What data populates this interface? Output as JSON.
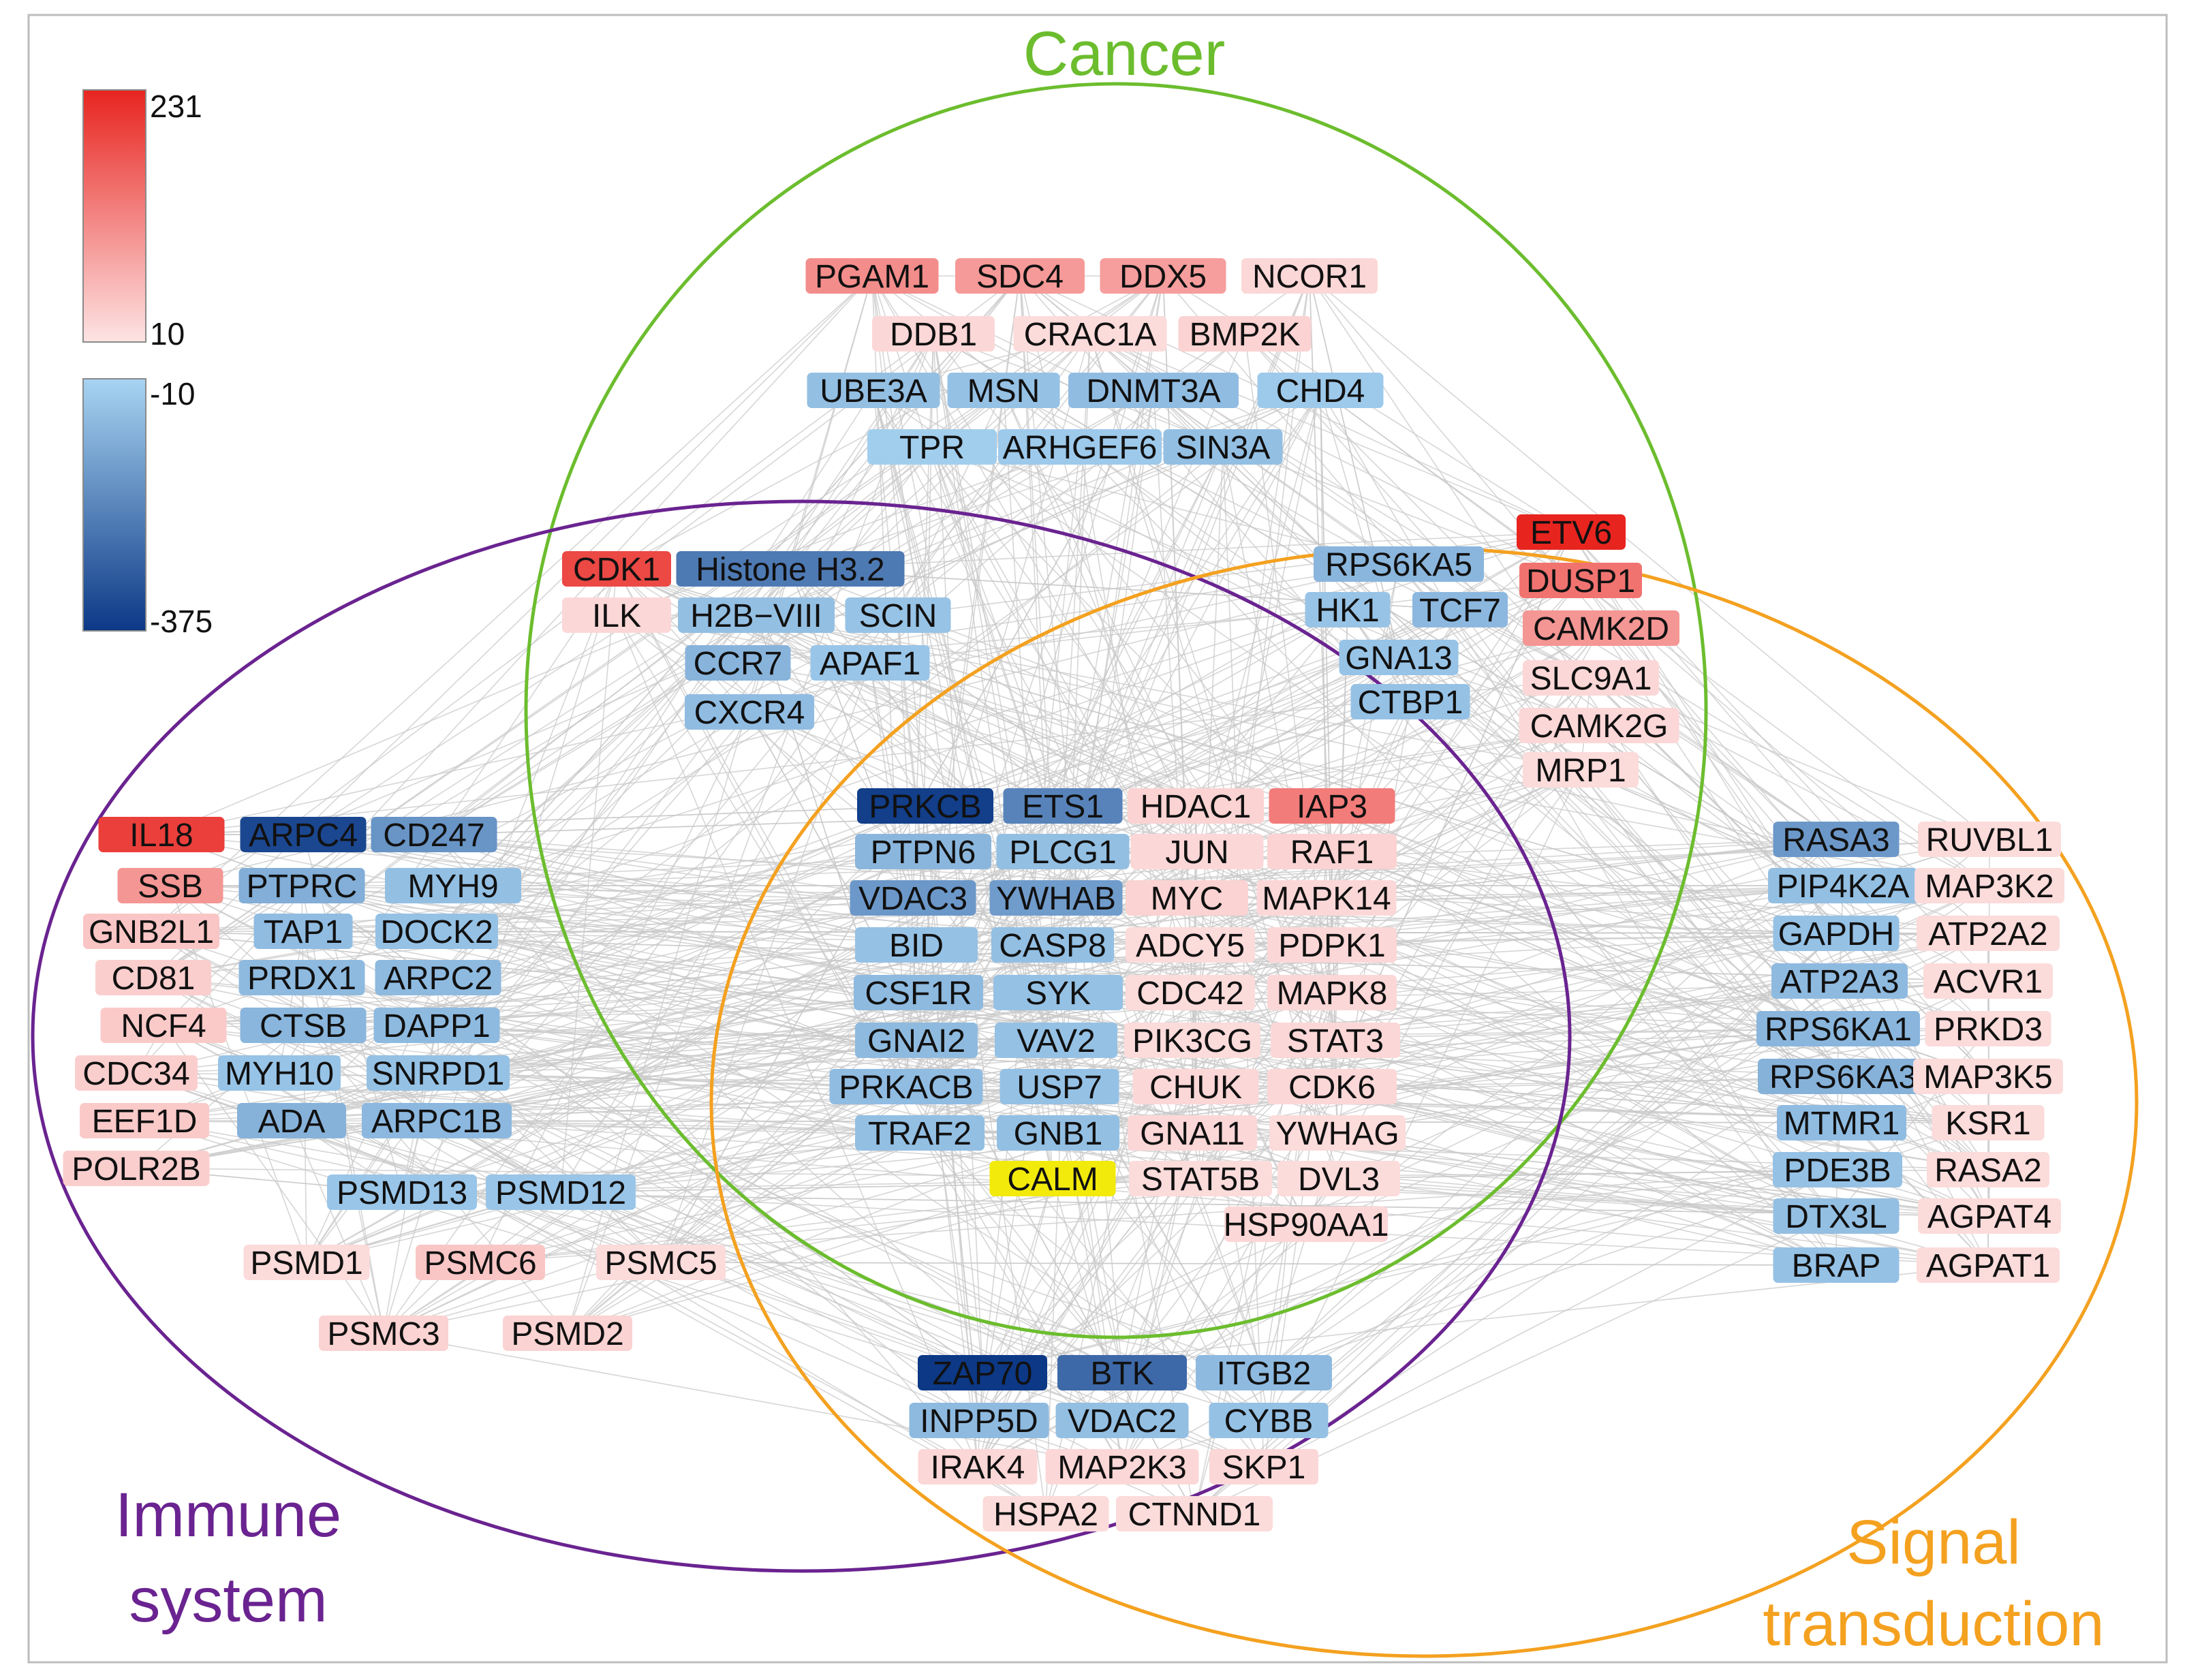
{
  "sets": {
    "cancer": "Cancer",
    "immune": [
      "Immune",
      "system"
    ],
    "signal": [
      "Signal",
      "transduction"
    ]
  },
  "colors": {
    "cancer": "#6cbd2e",
    "immune": "#6a2390",
    "signal": "#f4a120",
    "edge": "#c9c9c9",
    "highlight": "#f2ea0a",
    "up_max": "#e8241f",
    "up_min": "#fde4e4",
    "down_min": "#a8d4f2",
    "down_max": "#0c3886"
  },
  "legend": {
    "up": {
      "max": "231",
      "min": "10"
    },
    "down": {
      "max": "-10",
      "min": "-375"
    }
  },
  "nodes": [
    {
      "label": "PGAM1",
      "value": 110
    },
    {
      "label": "SDC4",
      "value": 95
    },
    {
      "label": "DDX5",
      "value": 90
    },
    {
      "label": "NCOR1",
      "value": 25
    },
    {
      "label": "DDB1",
      "value": 25
    },
    {
      "label": "CRAC1A",
      "value": 20
    },
    {
      "label": "BMP2K",
      "value": 30
    },
    {
      "label": "UBE3A",
      "value": -60
    },
    {
      "label": "MSN",
      "value": -55
    },
    {
      "label": "DNMT3A",
      "value": -65
    },
    {
      "label": "CHD4",
      "value": -35
    },
    {
      "label": "TPR",
      "value": -25
    },
    {
      "label": "ARHGEF6",
      "value": -35
    },
    {
      "label": "SIN3A",
      "value": -60
    },
    {
      "label": "CDK1",
      "value": 190
    },
    {
      "label": "Histone H3.2",
      "value": -220
    },
    {
      "label": "ILK",
      "value": 25
    },
    {
      "label": "H2B−VIII",
      "value": -60
    },
    {
      "label": "SCIN",
      "value": -50
    },
    {
      "label": "CCR7",
      "value": -85
    },
    {
      "label": "APAF1",
      "value": -45
    },
    {
      "label": "CXCR4",
      "value": -65
    },
    {
      "label": "ETV6",
      "value": 231
    },
    {
      "label": "RPS6KA5",
      "value": -80
    },
    {
      "label": "DUSP1",
      "value": 140
    },
    {
      "label": "HK1",
      "value": -50
    },
    {
      "label": "TCF7",
      "value": -75
    },
    {
      "label": "CAMK2D",
      "value": 100
    },
    {
      "label": "GNA13",
      "value": -50
    },
    {
      "label": "SLC9A1",
      "value": 25
    },
    {
      "label": "CTBP1",
      "value": -55
    },
    {
      "label": "CAMK2G",
      "value": 25
    },
    {
      "label": "MRP1",
      "value": 20
    },
    {
      "label": "IL18",
      "value": 200
    },
    {
      "label": "ARPC4",
      "value": -340
    },
    {
      "label": "CD247",
      "value": -160
    },
    {
      "label": "SSB",
      "value": 100
    },
    {
      "label": "PTPRC",
      "value": -100
    },
    {
      "label": "MYH9",
      "value": -60
    },
    {
      "label": "GNB2L1",
      "value": 45
    },
    {
      "label": "TAP1",
      "value": -65
    },
    {
      "label": "DOCK2",
      "value": -55
    },
    {
      "label": "CD81",
      "value": 35
    },
    {
      "label": "PRDX1",
      "value": -70
    },
    {
      "label": "ARPC2",
      "value": -70
    },
    {
      "label": "NCF4",
      "value": 40
    },
    {
      "label": "CTSB",
      "value": -80
    },
    {
      "label": "DAPP1",
      "value": -70
    },
    {
      "label": "CDC34",
      "value": 35
    },
    {
      "label": "MYH10",
      "value": -50
    },
    {
      "label": "SNRPD1",
      "value": -55
    },
    {
      "label": "EEF1D",
      "value": 40
    },
    {
      "label": "ADA",
      "value": -90
    },
    {
      "label": "ARPC1B",
      "value": -75
    },
    {
      "label": "POLR2B",
      "value": 35
    },
    {
      "label": "PSMD13",
      "value": -45
    },
    {
      "label": "PSMD12",
      "value": -45
    },
    {
      "label": "PSMD1",
      "value": 20
    },
    {
      "label": "PSMC6",
      "value": 45
    },
    {
      "label": "PSMC5",
      "value": 20
    },
    {
      "label": "PSMC3",
      "value": 30
    },
    {
      "label": "PSMD2",
      "value": 30
    },
    {
      "label": "PRKCB",
      "value": -360
    },
    {
      "label": "ETS1",
      "value": -200
    },
    {
      "label": "HDAC1",
      "value": 30
    },
    {
      "label": "IAP3",
      "value": 130
    },
    {
      "label": "PTPN6",
      "value": -80
    },
    {
      "label": "PLCG1",
      "value": -60
    },
    {
      "label": "JUN",
      "value": 25
    },
    {
      "label": "RAF1",
      "value": 30
    },
    {
      "label": "VDAC3",
      "value": -150
    },
    {
      "label": "YWHAB",
      "value": -140
    },
    {
      "label": "MYC",
      "value": 30
    },
    {
      "label": "MAPK14",
      "value": 25
    },
    {
      "label": "BID",
      "value": -55
    },
    {
      "label": "CASP8",
      "value": -60
    },
    {
      "label": "ADCY5",
      "value": 20
    },
    {
      "label": "PDPK1",
      "value": 25
    },
    {
      "label": "CSF1R",
      "value": -70
    },
    {
      "label": "SYK",
      "value": -55
    },
    {
      "label": "CDC42",
      "value": 20
    },
    {
      "label": "MAPK8",
      "value": 25
    },
    {
      "label": "GNAI2",
      "value": -70
    },
    {
      "label": "VAV2",
      "value": -55
    },
    {
      "label": "PIK3CG",
      "value": 20
    },
    {
      "label": "STAT3",
      "value": 25
    },
    {
      "label": "PRKACB",
      "value": -65
    },
    {
      "label": "USP7",
      "value": -55
    },
    {
      "label": "CHUK",
      "value": 25
    },
    {
      "label": "CDK6",
      "value": 25
    },
    {
      "label": "TRAF2",
      "value": -60
    },
    {
      "label": "GNB1",
      "value": -60
    },
    {
      "label": "GNA11",
      "value": 25
    },
    {
      "label": "YWHAG",
      "value": 20
    },
    {
      "label": "CALM",
      "value": null
    },
    {
      "label": "STAT5B",
      "value": 20
    },
    {
      "label": "DVL3",
      "value": 20
    },
    {
      "label": "HSP90AA1",
      "value": 25
    },
    {
      "label": "RASA3",
      "value": -150
    },
    {
      "label": "RUVBL1",
      "value": 20
    },
    {
      "label": "PIP4K2A",
      "value": -60
    },
    {
      "label": "MAP3K2",
      "value": 20
    },
    {
      "label": "GAPDH",
      "value": -55
    },
    {
      "label": "ATP2A2",
      "value": 20
    },
    {
      "label": "ATP2A3",
      "value": -70
    },
    {
      "label": "ACVR1",
      "value": 20
    },
    {
      "label": "RPS6KA1",
      "value": -80
    },
    {
      "label": "PRKD3",
      "value": 20
    },
    {
      "label": "RPS6KA3",
      "value": -90
    },
    {
      "label": "MAP3K5",
      "value": 20
    },
    {
      "label": "MTMR1",
      "value": -65
    },
    {
      "label": "KSR1",
      "value": 20
    },
    {
      "label": "PDE3B",
      "value": -55
    },
    {
      "label": "RASA2",
      "value": 20
    },
    {
      "label": "DTX3L",
      "value": -60
    },
    {
      "label": "AGPAT4",
      "value": 20
    },
    {
      "label": "BRAP",
      "value": -55
    },
    {
      "label": "AGPAT1",
      "value": 20
    },
    {
      "label": "ZAP70",
      "value": -375
    },
    {
      "label": "BTK",
      "value": -260
    },
    {
      "label": "ITGB2",
      "value": -70
    },
    {
      "label": "INPP5D",
      "value": -70
    },
    {
      "label": "VDAC2",
      "value": -60
    },
    {
      "label": "CYBB",
      "value": -55
    },
    {
      "label": "IRAK4",
      "value": 25
    },
    {
      "label": "MAP2K3",
      "value": 25
    },
    {
      "label": "SKP1",
      "value": 25
    },
    {
      "label": "HSPA2",
      "value": 20
    },
    {
      "label": "CTNND1",
      "value": 20
    }
  ]
}
